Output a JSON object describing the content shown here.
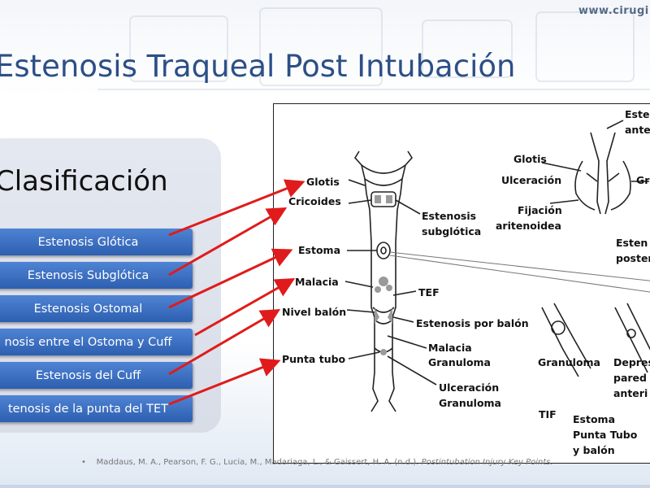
{
  "header": {
    "url": "www.cirugi",
    "title": "Estenosis Traqueal Post Intubación"
  },
  "panel": {
    "title": "Clasificación",
    "items": [
      {
        "label": "Estenosis Glótica"
      },
      {
        "label": "Estenosis Subglótica"
      },
      {
        "label": "Estenosis Ostomal"
      },
      {
        "label": "nosis entre el Ostoma y Cuff"
      },
      {
        "label": "Estenosis del Cuff"
      },
      {
        "label": "tenosis de la punta del TET"
      }
    ]
  },
  "figure": {
    "left_labels": {
      "glotis": "Glotis",
      "cricoides": "Cricoides",
      "estoma": "Estoma",
      "malacia": "Malacia",
      "nivel_balon": "Nivel balón",
      "punta_tubo": "Punta tubo"
    },
    "center_labels": {
      "estenosis_subglotica_1": "Estenosis",
      "estenosis_subglotica_2": "subglótica",
      "tef": "TEF",
      "estenosis_por_balon": "Estenosis por balón",
      "malacia_granuloma_1": "Malacia",
      "malacia_granuloma_2": "Granuloma",
      "ulceracion_1": "Ulceración",
      "ulceracion_2": "Granuloma"
    },
    "larynx_labels": {
      "glotis": "Glotis",
      "ulceracion": "Ulceración",
      "fijacion_1": "Fijación",
      "fijacion_2": "aritenoidea",
      "estenosis_anterior_1": "Esten",
      "estenosis_anterior_2": "ante",
      "gra": "Gra",
      "estenosis_posterior_1": "Esten",
      "estenosis_posterior_2": "poster"
    },
    "bottom_labels": {
      "granuloma": "Granuloma",
      "depres_1": "Depres",
      "depres_2": "pared",
      "depres_3": "anteri",
      "tif": "TIF",
      "estoma_1": "Estoma",
      "estoma_2": "Punta Tubo",
      "estoma_3": "y balón"
    }
  },
  "reference": {
    "bullet": "•",
    "text": "Maddaus, M. A., Pearson, F. G., Lucia, M., Madariaga, L., & Gaissert, H. A. (n.d.).",
    "italic": "Postintubation Injury Key Points."
  },
  "colors": {
    "title": "#2c4f86",
    "button": "#3a6cc0",
    "arrow": "#e01b1b"
  }
}
